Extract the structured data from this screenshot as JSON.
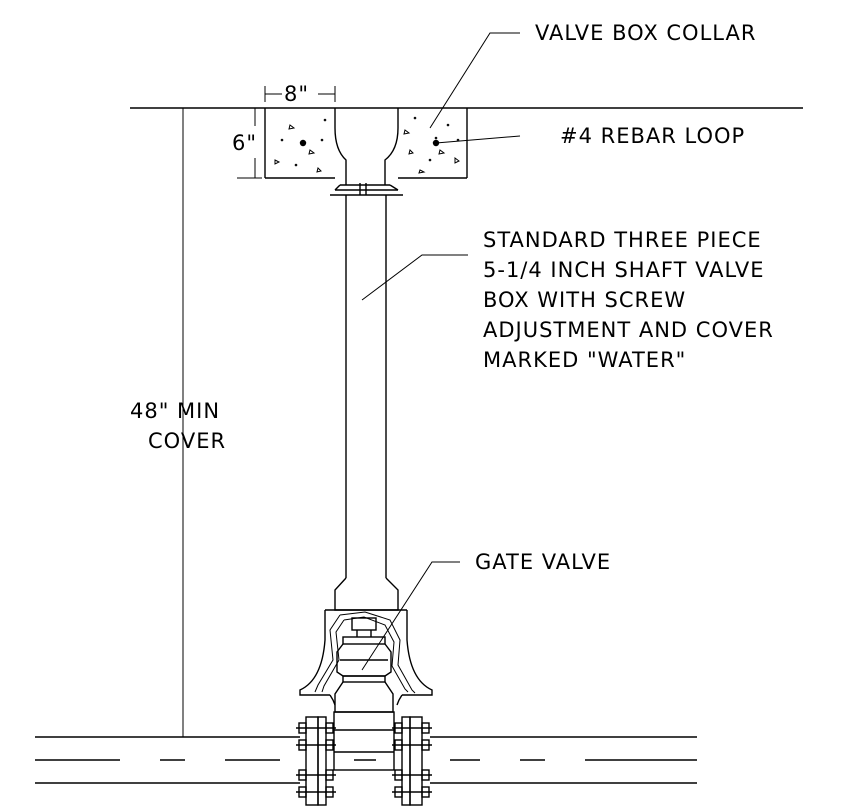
{
  "labels": {
    "collar": "VALVE BOX COLLAR",
    "rebar": "#4 REBAR LOOP",
    "valve_box": [
      "STANDARD THREE PIECE",
      "5-1/4 INCH SHAFT VALVE",
      "BOX WITH SCREW",
      "ADJUSTMENT AND COVER",
      "MARKED \"WATER\""
    ],
    "gate_valve": "GATE VALVE",
    "cover": [
      "48\" MIN",
      "COVER"
    ]
  },
  "dimensions": {
    "collar_width": "8\"",
    "collar_depth": "6\""
  }
}
